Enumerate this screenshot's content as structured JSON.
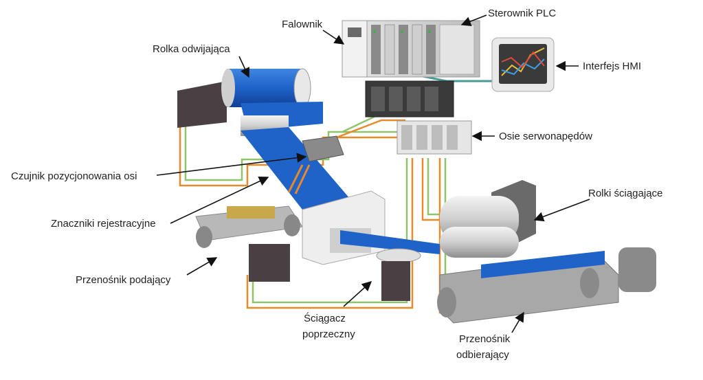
{
  "labels": {
    "falownik": "Falownik",
    "sterownik": "Sterownik PLC",
    "rolka": "Rolka odwijająca",
    "hmi": "Interfejs HMI",
    "osie": "Osie serwonapędów",
    "czujnik": "Czujnik pozycjonowania osi",
    "rolki": "Rolki ściągające",
    "znaczniki": "Znaczniki rejestracyjne",
    "przenosnik_podajacy": "Przenośnik podający",
    "sciagacz_1": "Ściągacz",
    "sciagacz_2": "poprzeczny",
    "przenosnik_odb_1": "Przenośnik",
    "przenosnik_odb_2": "odbierający"
  },
  "colors": {
    "belt_blue": "#1f62c8",
    "cable_orange": "#e8892c",
    "cable_green": "#8fc46a",
    "cable_teal": "#4a9a9a",
    "machine_dark": "#4a4044",
    "machine_light": "#d8d8d8"
  },
  "hmi_screen": {
    "background": "#3a3a3a",
    "series_colors": [
      "#e8c23a",
      "#3aa0e8",
      "#e04a3a"
    ]
  }
}
